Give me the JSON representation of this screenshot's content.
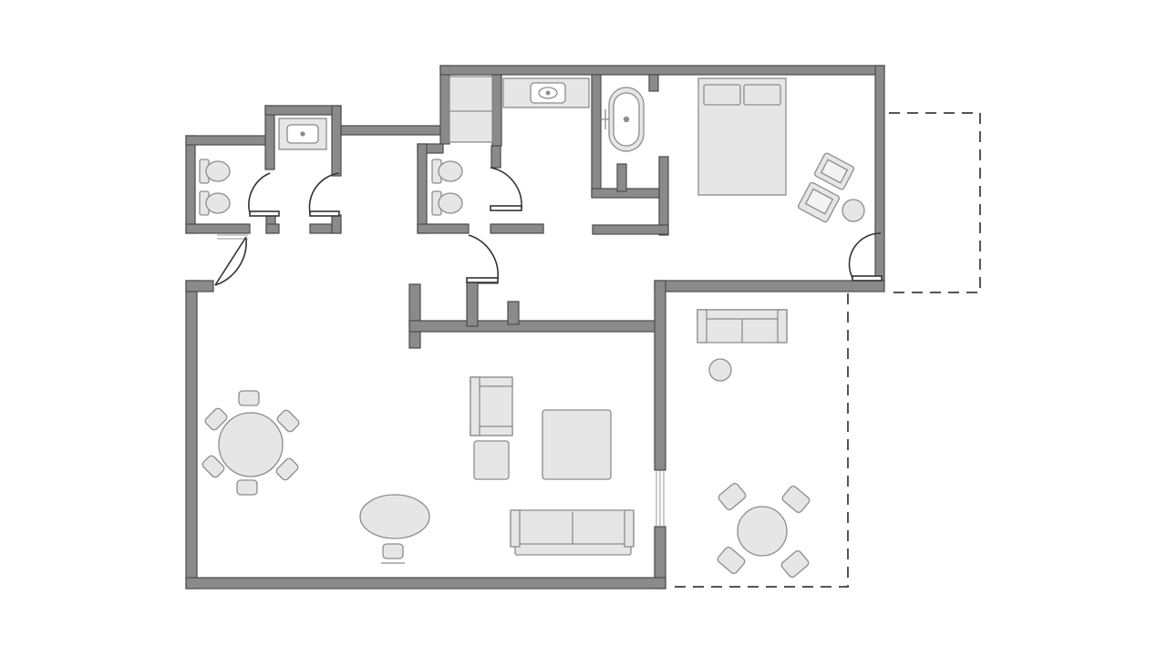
{
  "floor_plan": {
    "label_text": "",
    "colors": {
      "background": "#ffffff",
      "wall_fill": "#8a8a8a",
      "wall_stroke": "#4a4a4a",
      "furniture_fill": "#e6e6e6",
      "furniture_stroke": "#8c8c8c",
      "dashed_line": "#555555"
    },
    "rooms": [
      "powder-room",
      "washroom",
      "master-bathroom",
      "master-bedroom",
      "living-room",
      "dining-area",
      "balcony",
      "terrace"
    ],
    "fixtures": [
      "toilet-icon",
      "sink-icon",
      "bathtub-icon",
      "bed-icon",
      "sofa-icon",
      "armchair-icon",
      "round-table-icon",
      "ottoman-icon",
      "coffee-table-icon",
      "oval-table-icon",
      "chair-icon"
    ]
  }
}
